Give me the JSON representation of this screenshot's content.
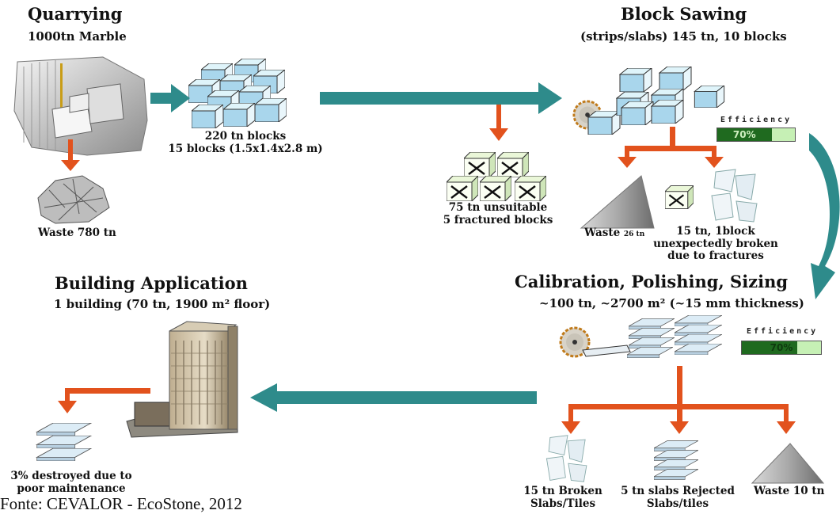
{
  "quarrying": {
    "title": "Quarrying",
    "subtitle": "1000tn Marble",
    "waste": "Waste 780 tn"
  },
  "blocks": {
    "line1": "220 tn blocks",
    "line2": "15 blocks (1.5x1.4x2.8 m)"
  },
  "unsuitable": {
    "line1": "75 tn unsuitable",
    "line2": "5 fractured blocks"
  },
  "block_sawing": {
    "title": "Block Sawing",
    "subtitle": "(strips/slabs) 145 tn, 10 blocks",
    "efficiency_label": "Efficiency",
    "efficiency_value": "70%",
    "efficiency_fraction": 0.7,
    "waste_main": "Waste ",
    "waste_small": "26 tn",
    "broken_line1": "15 tn, 1block",
    "broken_line2": "unexpectedly broken",
    "broken_line3": "due to fractures"
  },
  "calibration": {
    "title": "Calibration, Polishing, Sizing",
    "subtitle": "~100 tn, ~2700 m² (~15 mm thickness)",
    "efficiency_label": "Efficiency",
    "efficiency_value": "70%",
    "efficiency_fraction": 0.7,
    "broken_line1": "15 tn Broken",
    "broken_line2": "Slabs/Tiles",
    "rejected_line1": "5 tn slabs Rejected",
    "rejected_line2": "Slabs/tiles",
    "waste": "Waste 10 tn"
  },
  "building": {
    "title": "Building Application",
    "subtitle": "1 building  (70 tn, 1900 m² floor)",
    "destroyed_line1": "3% destroyed due to",
    "destroyed_line2": "poor maintenance"
  },
  "credit": "Fonte: CEVALOR - EcoStone, 2012",
  "colors": {
    "teal_arrow": "#2e8b8b",
    "orange_arrow": "#e2521d",
    "efficiency_fill": "#1f6a1f",
    "efficiency_track": "#c6f0b5",
    "block_face": "#dff4fa"
  }
}
